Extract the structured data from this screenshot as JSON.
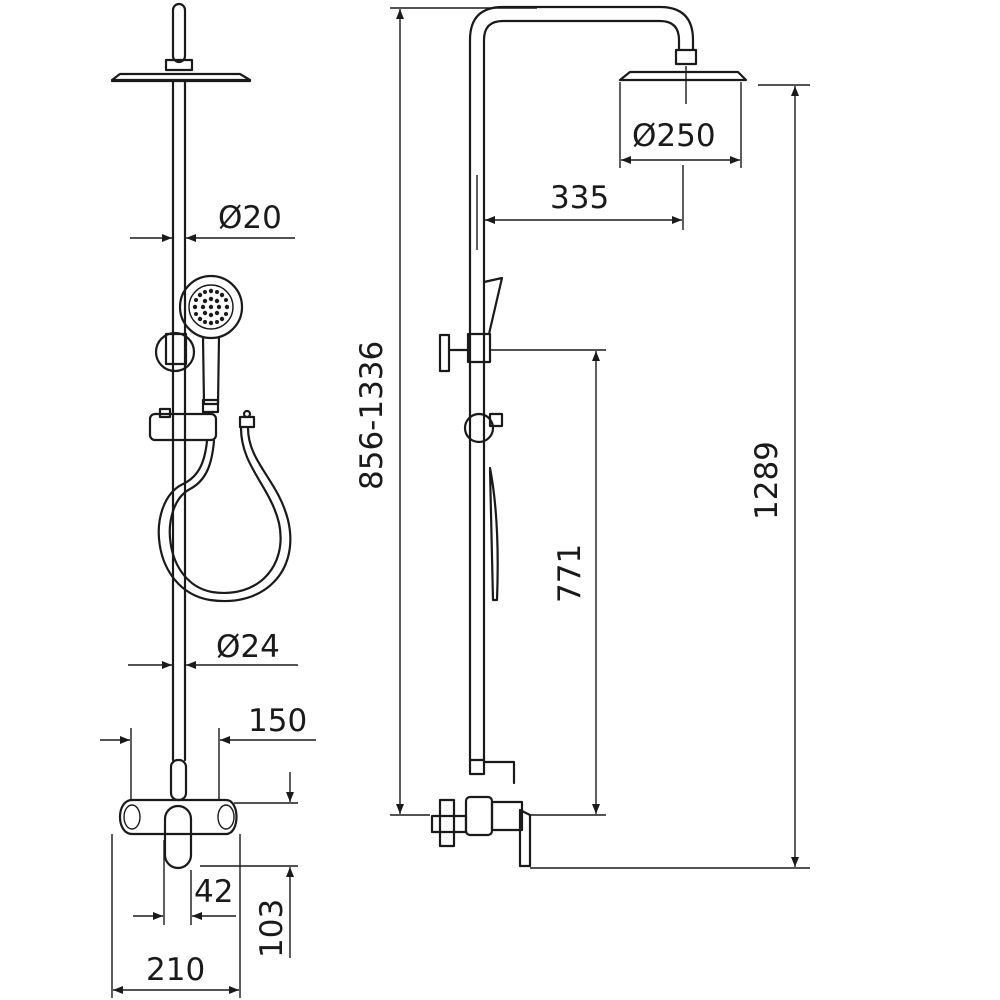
{
  "dimensions": {
    "rail_diameter": "Ø20",
    "body_diameter": "Ø24",
    "inlet_spacing": "150",
    "mixer_width": "210",
    "lever_width": "42",
    "mixer_height": "103",
    "adjustable_height": "856-1336",
    "head_diameter": "Ø250",
    "arm_reach": "335",
    "holder_height": "771",
    "total_height": "1289"
  }
}
